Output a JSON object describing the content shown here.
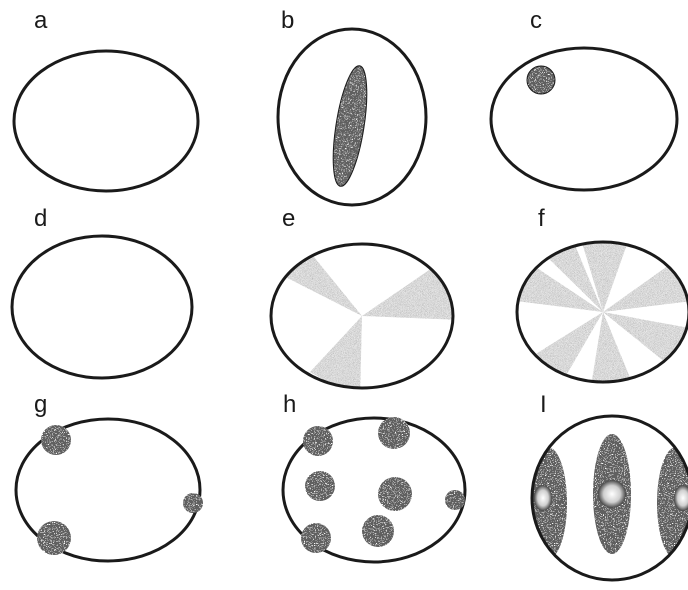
{
  "figure": {
    "panels": [
      {
        "id": "a",
        "label": "a"
      },
      {
        "id": "b",
        "label": "b"
      },
      {
        "id": "c",
        "label": "c"
      },
      {
        "id": "d",
        "label": "d"
      },
      {
        "id": "e",
        "label": "e"
      },
      {
        "id": "f",
        "label": "f"
      },
      {
        "id": "g",
        "label": "g"
      },
      {
        "id": "h",
        "label": "h"
      },
      {
        "id": "i",
        "label": "I"
      }
    ],
    "colors": {
      "outline": "#1a1a1a",
      "fill_dark": "#2b2b2b",
      "fill_light": "#f2f2f2",
      "background": "#ffffff"
    }
  }
}
